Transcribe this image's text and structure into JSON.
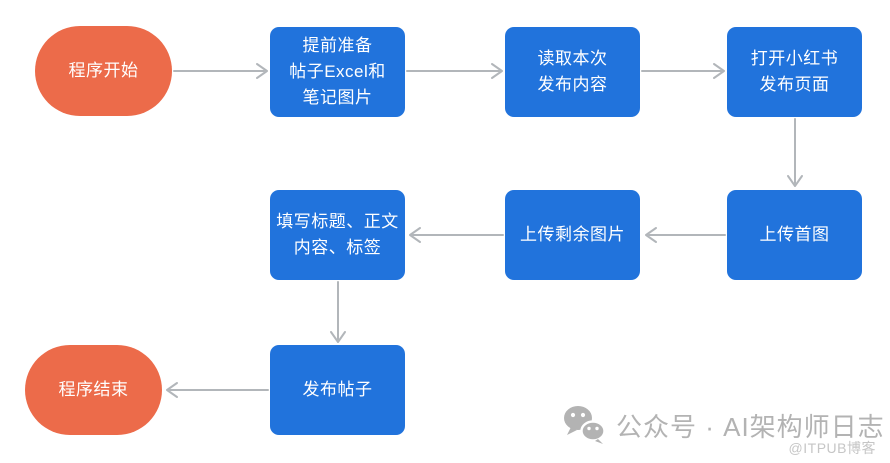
{
  "diagram": {
    "title_hint": "flowchart of automated posting process",
    "nodes": {
      "start": {
        "label": "程序开始",
        "type": "terminal"
      },
      "prepare": {
        "label": "提前准备\n帖子Excel和\n笔记图片",
        "type": "process"
      },
      "read": {
        "label": "读取本次\n发布内容",
        "type": "process"
      },
      "open": {
        "label": "打开小红书\n发布页面",
        "type": "process"
      },
      "fill": {
        "label": "填写标题、正文\n内容、标签",
        "type": "process"
      },
      "upload_rest": {
        "label": "上传剩余图片",
        "type": "process"
      },
      "upload_first": {
        "label": "上传首图",
        "type": "process"
      },
      "publish": {
        "label": "发布帖子",
        "type": "process"
      },
      "end": {
        "label": "程序结束",
        "type": "terminal"
      }
    },
    "edges": [
      "start->prepare",
      "prepare->read",
      "read->open",
      "open->upload_first",
      "upload_first->upload_rest",
      "upload_rest->fill",
      "fill->publish",
      "publish->end"
    ]
  },
  "watermark": {
    "icon": "wechat-icon",
    "brand": "公众号 · AI架构师日志",
    "credit": "@ITPUB博客"
  },
  "colors": {
    "terminal": "#EC6B4A",
    "process": "#2173DC",
    "node-text": "#ffffff",
    "arrow": "#b2b6ba",
    "watermark": "#b3b3b3",
    "watermark-sub": "#c6c6c6",
    "bg": "#ffffff"
  }
}
